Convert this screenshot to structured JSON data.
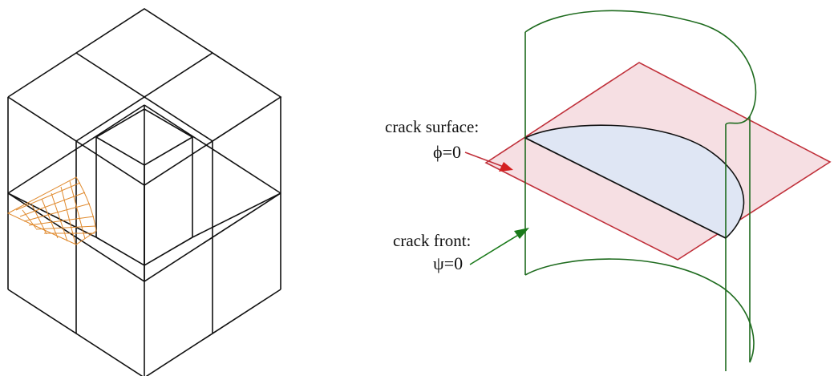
{
  "labels": {
    "crack_surface_title": "crack surface:",
    "crack_surface_eq": "ϕ=0",
    "crack_front_title": "crack front:",
    "crack_front_eq": "ψ=0"
  },
  "colors": {
    "cube_lines": "#111111",
    "mesh": "#e08a2e",
    "plane_edge": "#c0303a",
    "plane_fill": "#f6dfe3",
    "cylinder": "#1e6b1e",
    "crack_fill": "#dfe6f4",
    "crack_surface_arrow": "#d42020",
    "crack_front_arrow": "#1a7a1a"
  }
}
